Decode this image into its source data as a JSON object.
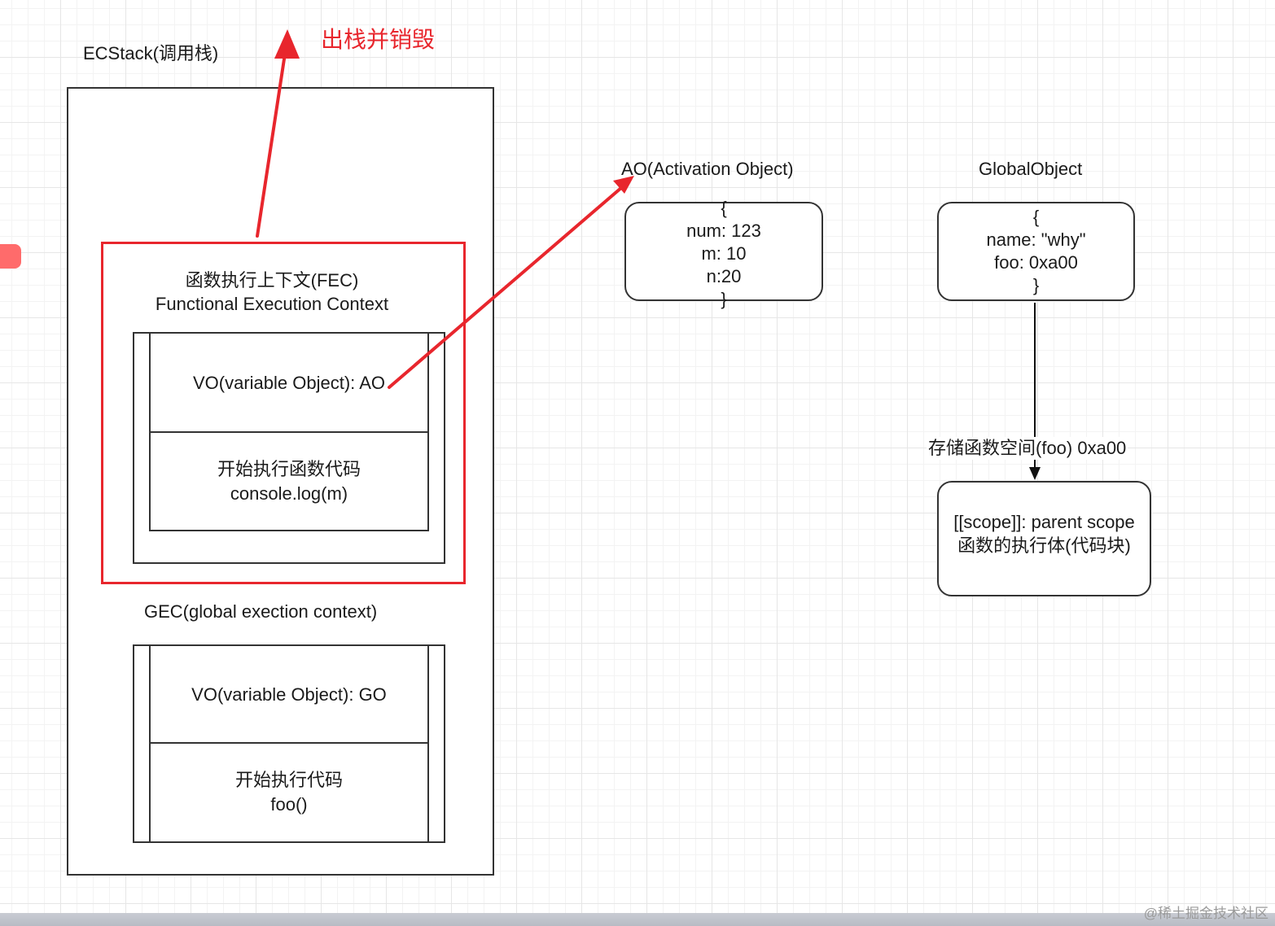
{
  "ecstack": {
    "title": "ECStack(调用栈)"
  },
  "pop_annotation": "出栈并销毁",
  "fec": {
    "title_line1": "函数执行上下文(FEC)",
    "title_line2": "Functional Execution Context",
    "vo": "VO(variable Object): AO",
    "code_line1": "开始执行函数代码",
    "code_line2": "console.log(m)"
  },
  "gec": {
    "title": "GEC(global exection context)",
    "vo": "VO(variable Object): GO",
    "code_line1": "开始执行代码",
    "code_line2": "foo()"
  },
  "ao": {
    "title": "AO(Activation Object)",
    "open": "{",
    "line1": "num: 123",
    "line2": "m: 10",
    "line3": "n:20",
    "close": "}"
  },
  "global_object": {
    "title": "GlobalObject",
    "open": "{",
    "line1": "name: \"why\"",
    "line2": "foo: 0xa00",
    "close": "}"
  },
  "func_space": {
    "label": "存储函数空间(foo) 0xa00",
    "line1": "[[scope]]: parent scope",
    "line2": "函数的执行体(代码块)"
  },
  "watermark": "@稀土掘金技术社区",
  "colors": {
    "highlight": "#e8262d",
    "stroke": "#333333"
  }
}
